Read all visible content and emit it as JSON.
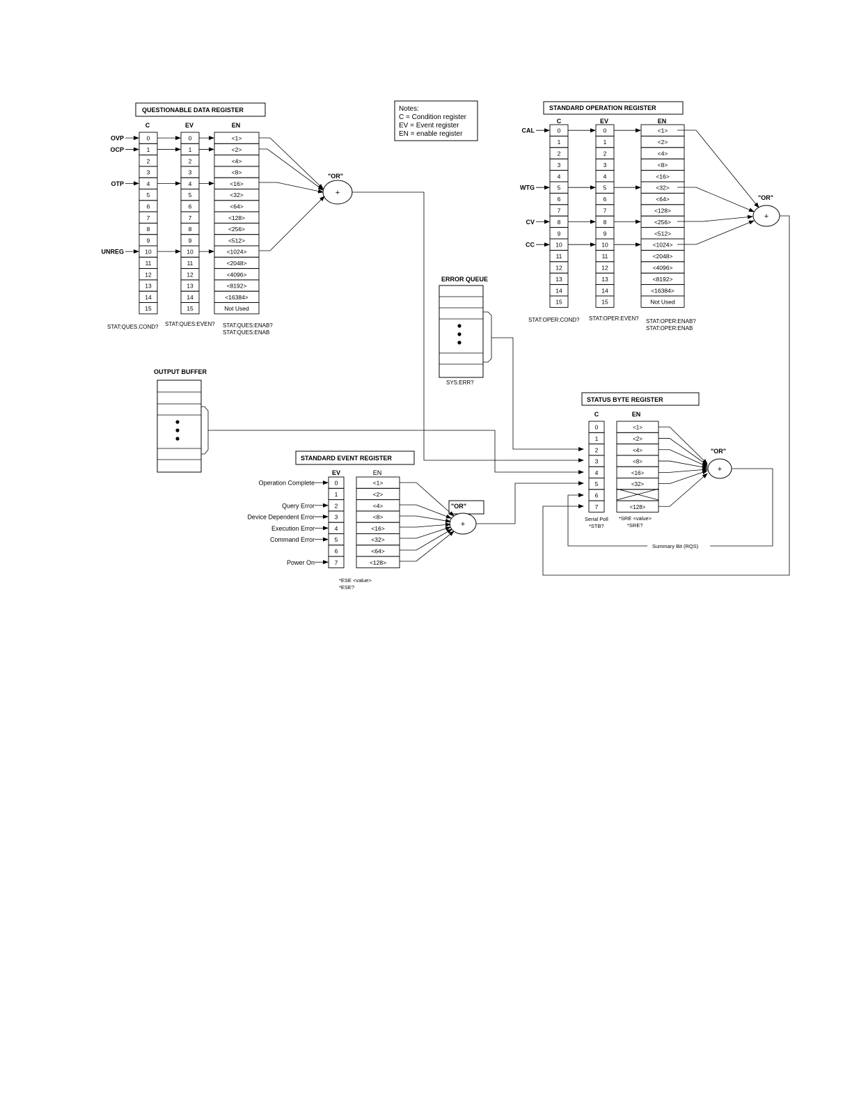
{
  "notes": {
    "title": "Notes:",
    "lines": [
      "C = Condition register",
      "EV = Event register",
      "EN = enable register"
    ]
  },
  "or_label": "\"OR\"",
  "plus": "+",
  "bits16": [
    "0",
    "1",
    "2",
    "3",
    "4",
    "5",
    "6",
    "7",
    "8",
    "9",
    "10",
    "11",
    "12",
    "13",
    "14",
    "15"
  ],
  "en16": [
    "<1>",
    "<2>",
    "<4>",
    "<8>",
    "<16>",
    "<32>",
    "<64>",
    "<128>",
    "<256>",
    "<512>",
    "<1024>",
    "<2048>",
    "<4096>",
    "<8192>",
    "<16384>",
    "Not Used"
  ],
  "questionable": {
    "title": "QUESTIONABLE  DATA REGISTER",
    "col_c": "C",
    "col_ev": "EV",
    "col_en": "EN",
    "inputs": [
      {
        "label": "OVP",
        "bit": 0
      },
      {
        "label": "OCP",
        "bit": 1
      },
      {
        "label": "OTP",
        "bit": 4
      },
      {
        "label": "UNREG",
        "bit": 10
      }
    ],
    "cmd_c": "STAT:QUES.COND?",
    "cmd_ev": "STAT:QUES:EVEN?",
    "cmd_en": [
      "STAT:QUES:ENAB?",
      "STAT:QUES:ENAB"
    ]
  },
  "operation": {
    "title": "STANDARD OPERATION REGISTER",
    "col_c": "C",
    "col_ev": "EV",
    "col_en": "EN",
    "inputs": [
      {
        "label": "CAL",
        "bit": 0
      },
      {
        "label": "WTG",
        "bit": 5
      },
      {
        "label": "CV",
        "bit": 8
      },
      {
        "label": "CC",
        "bit": 10
      }
    ],
    "cmd_c": "STAT:OPER:COND?",
    "cmd_ev": "STAT:OPER:EVEN?",
    "cmd_en": [
      "STAT:OPER:ENAB?",
      "STAT:OPER:ENAB"
    ]
  },
  "error_queue": {
    "title": "ERROR QUEUE",
    "cmd": "SYS:ERR?"
  },
  "output_buffer": {
    "title": "OUTPUT BUFFER"
  },
  "status_byte": {
    "title": "STATUS  BYTE REGISTER",
    "col_c": "C",
    "col_en": "EN",
    "bits": [
      "0",
      "1",
      "2",
      "3",
      "4",
      "5",
      "6",
      "7"
    ],
    "en": [
      "<1>",
      "<2>",
      "<4>",
      "<8>",
      "<16>",
      "<32>",
      "",
      "<128>"
    ],
    "cmd_c": [
      "Serial Poll",
      "*STB?"
    ],
    "cmd_en": [
      "*SRE <value>",
      "*SRE?"
    ],
    "summary": "Summary Bit (RQS)"
  },
  "std_event": {
    "title": "STANDARD EVENT REGISTER",
    "col_ev": "EV",
    "col_en": "EN",
    "bits": [
      "0",
      "1",
      "2",
      "3",
      "4",
      "5",
      "6",
      "7"
    ],
    "en": [
      "<1>",
      "<2>",
      "<4>",
      "<8>",
      "<16>",
      "<32>",
      "<64>",
      "<128>"
    ],
    "inputs": [
      {
        "label": "Operation Complete",
        "bit": 0
      },
      {
        "label": "Query Error",
        "bit": 2
      },
      {
        "label": "Device Dependent Error",
        "bit": 3
      },
      {
        "label": "Execution Error",
        "bit": 4
      },
      {
        "label": "Command Error",
        "bit": 5
      },
      {
        "label": "Power On",
        "bit": 7
      }
    ],
    "cmd": [
      "*ESE <value>",
      "*ESE?"
    ]
  }
}
